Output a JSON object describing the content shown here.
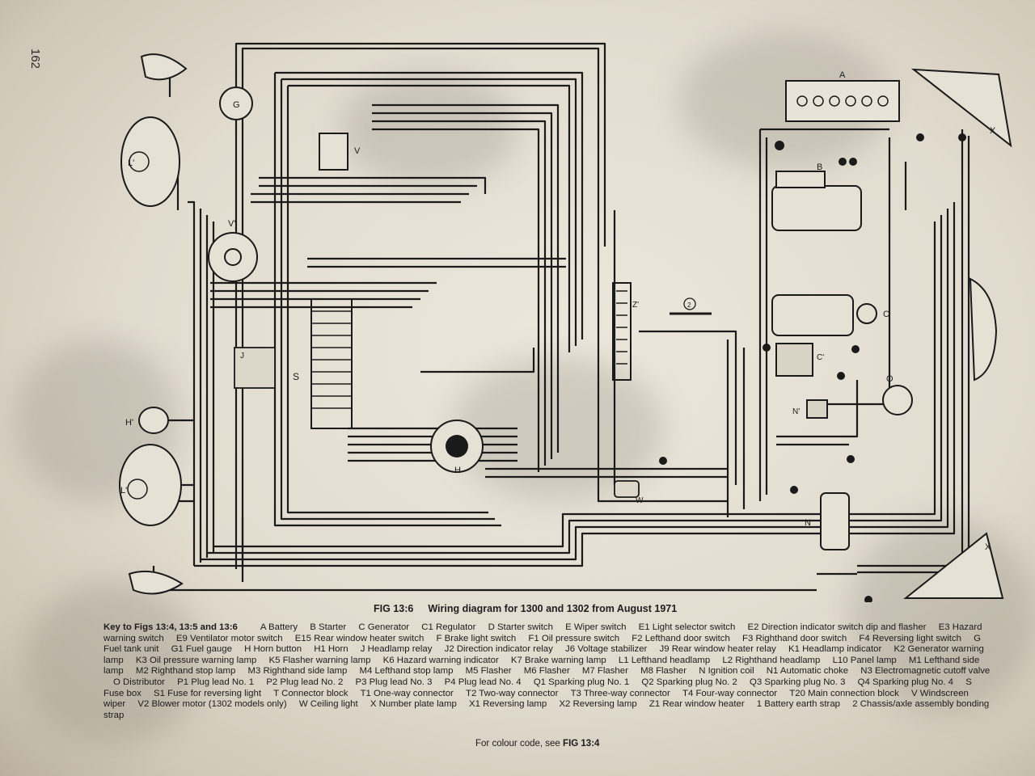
{
  "page_number": "162",
  "figure": {
    "id": "FIG 13:6",
    "title": "Wiring diagram for 1300 and 1302 from August 1971"
  },
  "key": {
    "title": "Key to Figs 13:4, 13:5 and 13:6",
    "items": [
      {
        "code": "A",
        "label": "Battery"
      },
      {
        "code": "B",
        "label": "Starter"
      },
      {
        "code": "C",
        "label": "Generator"
      },
      {
        "code": "C1",
        "label": "Regulator"
      },
      {
        "code": "D",
        "label": "Starter switch"
      },
      {
        "code": "E",
        "label": "Wiper switch"
      },
      {
        "code": "E1",
        "label": "Light selector switch"
      },
      {
        "code": "E2",
        "label": "Direction indicator switch dip and flasher"
      },
      {
        "code": "E3",
        "label": "Hazard warning switch"
      },
      {
        "code": "E9",
        "label": "Ventilator motor switch"
      },
      {
        "code": "E15",
        "label": "Rear window heater switch"
      },
      {
        "code": "F",
        "label": "Brake light switch"
      },
      {
        "code": "F1",
        "label": "Oil pressure switch"
      },
      {
        "code": "F2",
        "label": "Lefthand door switch"
      },
      {
        "code": "F3",
        "label": "Righthand door switch"
      },
      {
        "code": "F4",
        "label": "Reversing light switch"
      },
      {
        "code": "G",
        "label": "Fuel tank unit"
      },
      {
        "code": "G1",
        "label": "Fuel gauge"
      },
      {
        "code": "H",
        "label": "Horn button"
      },
      {
        "code": "H1",
        "label": "Horn"
      },
      {
        "code": "J",
        "label": "Headlamp relay"
      },
      {
        "code": "J2",
        "label": "Direction indicator relay"
      },
      {
        "code": "J6",
        "label": "Voltage stabilizer"
      },
      {
        "code": "J9",
        "label": "Rear window heater relay"
      },
      {
        "code": "K1",
        "label": "Headlamp indicator"
      },
      {
        "code": "K2",
        "label": "Generator warning lamp"
      },
      {
        "code": "K3",
        "label": "Oil pressure warning lamp"
      },
      {
        "code": "K5",
        "label": "Flasher warning lamp"
      },
      {
        "code": "K6",
        "label": "Hazard warning indicator"
      },
      {
        "code": "K7",
        "label": "Brake warning lamp"
      },
      {
        "code": "L1",
        "label": "Lefthand headlamp"
      },
      {
        "code": "L2",
        "label": "Righthand headlamp"
      },
      {
        "code": "L10",
        "label": "Panel lamp"
      },
      {
        "code": "M1",
        "label": "Lefthand side lamp"
      },
      {
        "code": "M2",
        "label": "Righthand stop lamp"
      },
      {
        "code": "M3",
        "label": "Righthand side lamp"
      },
      {
        "code": "M4",
        "label": "Lefthand stop lamp"
      },
      {
        "code": "M5",
        "label": "Flasher"
      },
      {
        "code": "M6",
        "label": "Flasher"
      },
      {
        "code": "M7",
        "label": "Flasher"
      },
      {
        "code": "M8",
        "label": "Flasher"
      },
      {
        "code": "N",
        "label": "Ignition coil"
      },
      {
        "code": "N1",
        "label": "Automatic choke"
      },
      {
        "code": "N3",
        "label": "Electromagnetic cutoff valve"
      },
      {
        "code": "O",
        "label": "Distributor"
      },
      {
        "code": "P1",
        "label": "Plug lead No. 1"
      },
      {
        "code": "P2",
        "label": "Plug lead No. 2"
      },
      {
        "code": "P3",
        "label": "Plug lead No. 3"
      },
      {
        "code": "P4",
        "label": "Plug lead No. 4"
      },
      {
        "code": "Q1",
        "label": "Sparking plug No. 1"
      },
      {
        "code": "Q2",
        "label": "Sparking plug No. 2"
      },
      {
        "code": "Q3",
        "label": "Sparking plug No. 3"
      },
      {
        "code": "Q4",
        "label": "Sparking plug No. 4"
      },
      {
        "code": "S",
        "label": "Fuse box"
      },
      {
        "code": "S1",
        "label": "Fuse for reversing light"
      },
      {
        "code": "T",
        "label": "Connector block"
      },
      {
        "code": "T1",
        "label": "One-way connector"
      },
      {
        "code": "T2",
        "label": "Two-way connector"
      },
      {
        "code": "T3",
        "label": "Three-way connector"
      },
      {
        "code": "T4",
        "label": "Four-way connector"
      },
      {
        "code": "T20",
        "label": "Main connection block"
      },
      {
        "code": "V",
        "label": "Windscreen wiper"
      },
      {
        "code": "V2",
        "label": "Blower motor (1302 models only)"
      },
      {
        "code": "W",
        "label": "Ceiling light"
      },
      {
        "code": "X",
        "label": "Number plate lamp"
      },
      {
        "code": "X1",
        "label": "Reversing lamp"
      },
      {
        "code": "X2",
        "label": "Reversing lamp"
      },
      {
        "code": "Z1",
        "label": "Rear window heater"
      },
      {
        "code": "1",
        "label": "Battery earth strap"
      },
      {
        "code": "2",
        "label": "Chassis/axle assembly bonding strap"
      }
    ]
  },
  "colour_note": {
    "text": "For colour code, see",
    "ref": "FIG 13:4"
  },
  "diagram_labels": {
    "battery": "A",
    "starter": "B",
    "generator": "C",
    "regulator": "C'",
    "fuse_box": "S",
    "ignition_coil": "N",
    "distributor": "O",
    "wiper_motor": "V",
    "blower_motor": "V'",
    "fuel_tank_unit": "G",
    "rear_window_heater": "Z'",
    "horn_button": "H",
    "headlamp_relay": "J",
    "ceiling_light": "W",
    "left_headlamp": "L'",
    "right_headlamp": "L'",
    "horn": "H'",
    "auto_choke": "N'",
    "tail_left": "X",
    "tail_right": "X",
    "bonding_strap_number": "2"
  }
}
